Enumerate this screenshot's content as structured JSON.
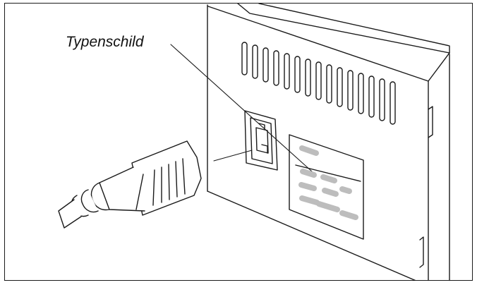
{
  "illustration": {
    "callout_label": "Typenschild",
    "icons": [
      "device-housing",
      "ventilation-slots",
      "power-socket",
      "power-plug",
      "power-cable",
      "type-plate"
    ],
    "colors": {
      "line": "#1a1a1a",
      "plate_marks": "#bdbdbd",
      "background": "#ffffff"
    }
  }
}
